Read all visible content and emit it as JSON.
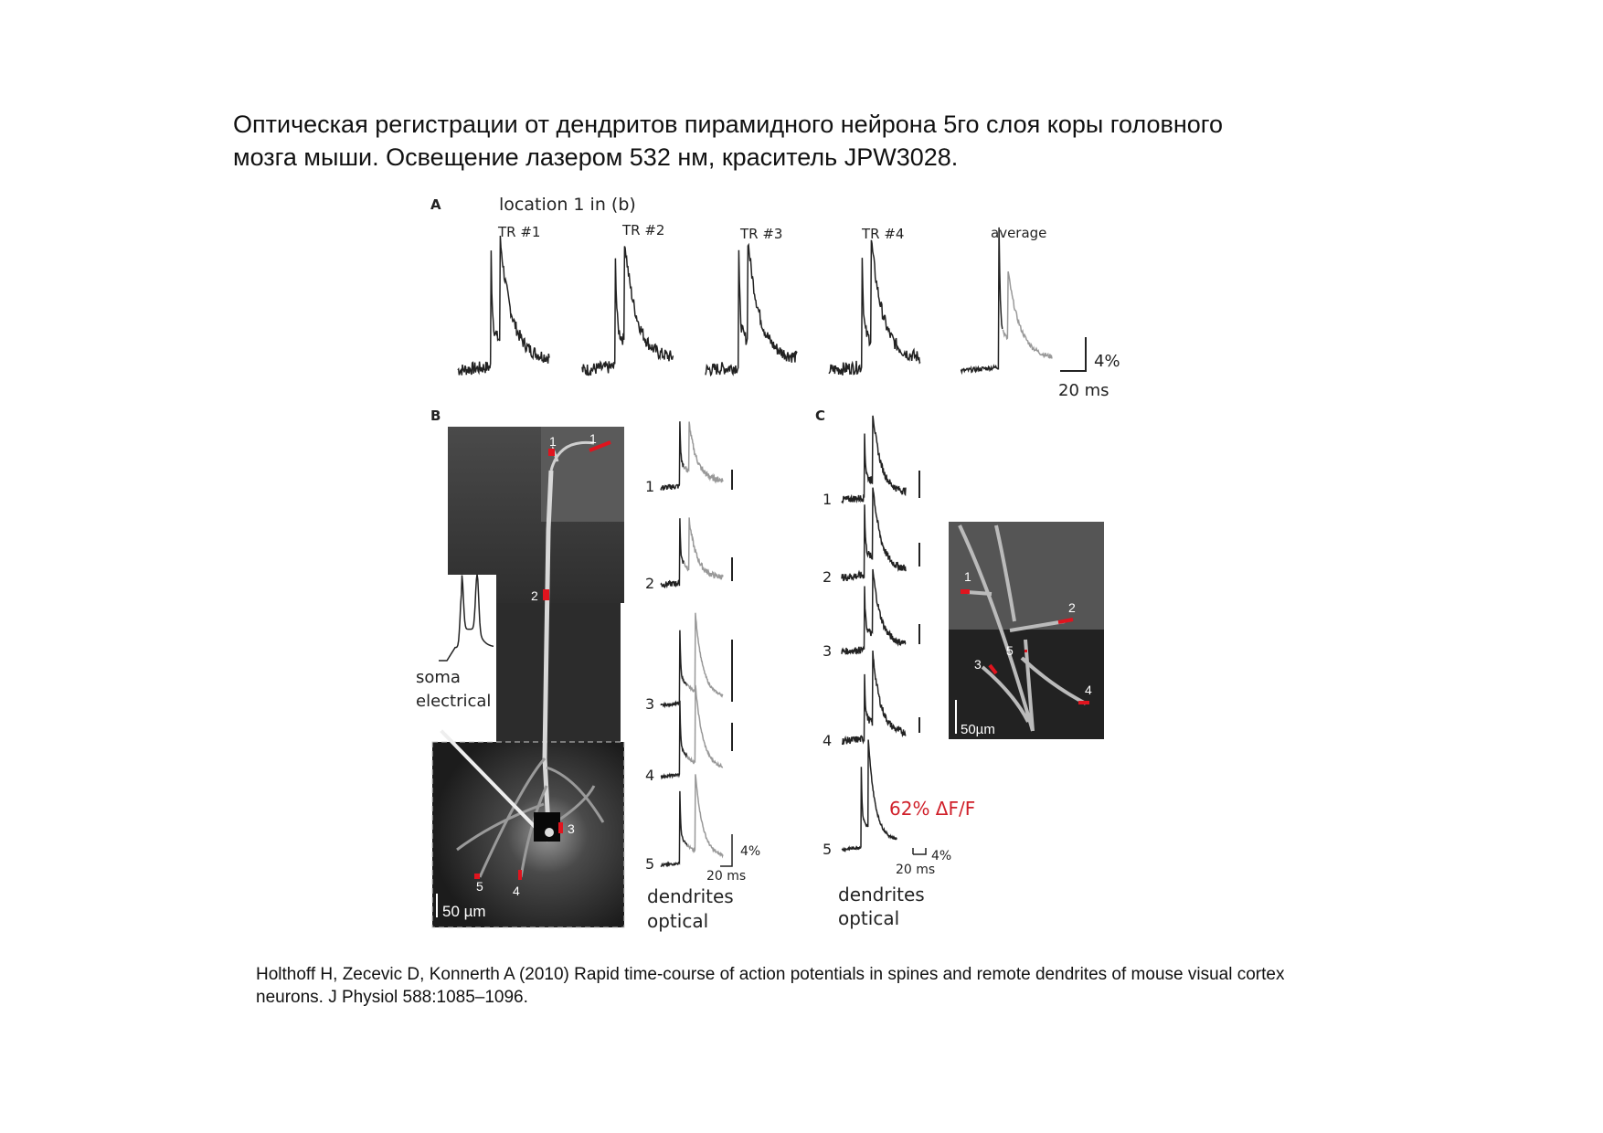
{
  "slide": {
    "title_line1": "Оптическая регистрации от дендритов пирамидного нейрона 5го слоя коры головного",
    "title_line2": "мозга мыши. Освещение лазером 532 нм, краситель JPW3028.",
    "citation_line1": "Holthoff H, Zecevic D, Konnerth A (2010) Rapid time-course of action potentials in spines and remote dendrites of mouse visual cortex",
    "citation_line2": "neurons. J Physiol 588:1085–1096."
  },
  "figure": {
    "panel_a": {
      "label": "A",
      "subtitle": "location 1 in (b)",
      "traces": [
        "TR #1",
        "TR #2",
        "TR #3",
        "TR #4",
        "average"
      ],
      "scale_amplitude": "4%",
      "scale_time": "20 ms"
    },
    "panel_b": {
      "label": "B",
      "site_labels": [
        "1",
        "1",
        "2",
        "3",
        "4",
        "5"
      ],
      "soma_label_1": "soma",
      "soma_label_2": "electrical",
      "image_scale": "50 µm",
      "trace_numbers": [
        "1",
        "2",
        "3",
        "4",
        "5"
      ],
      "scale_amplitude": "4%",
      "scale_time": "20 ms",
      "caption_1": "dendrites",
      "caption_2": "optical"
    },
    "panel_c": {
      "label": "C",
      "trace_numbers": [
        "1",
        "2",
        "3",
        "4",
        "5"
      ],
      "annotation": "62% ΔF/F",
      "scale_amplitude": "4%",
      "scale_time": "20 ms",
      "caption_1": "dendrites",
      "caption_2": "optical",
      "site_labels": [
        "1",
        "2",
        "3",
        "4",
        "5"
      ],
      "image_scale": "50µm"
    },
    "colors": {
      "marker": "#e0141e",
      "annotation": "#d0202a"
    }
  }
}
